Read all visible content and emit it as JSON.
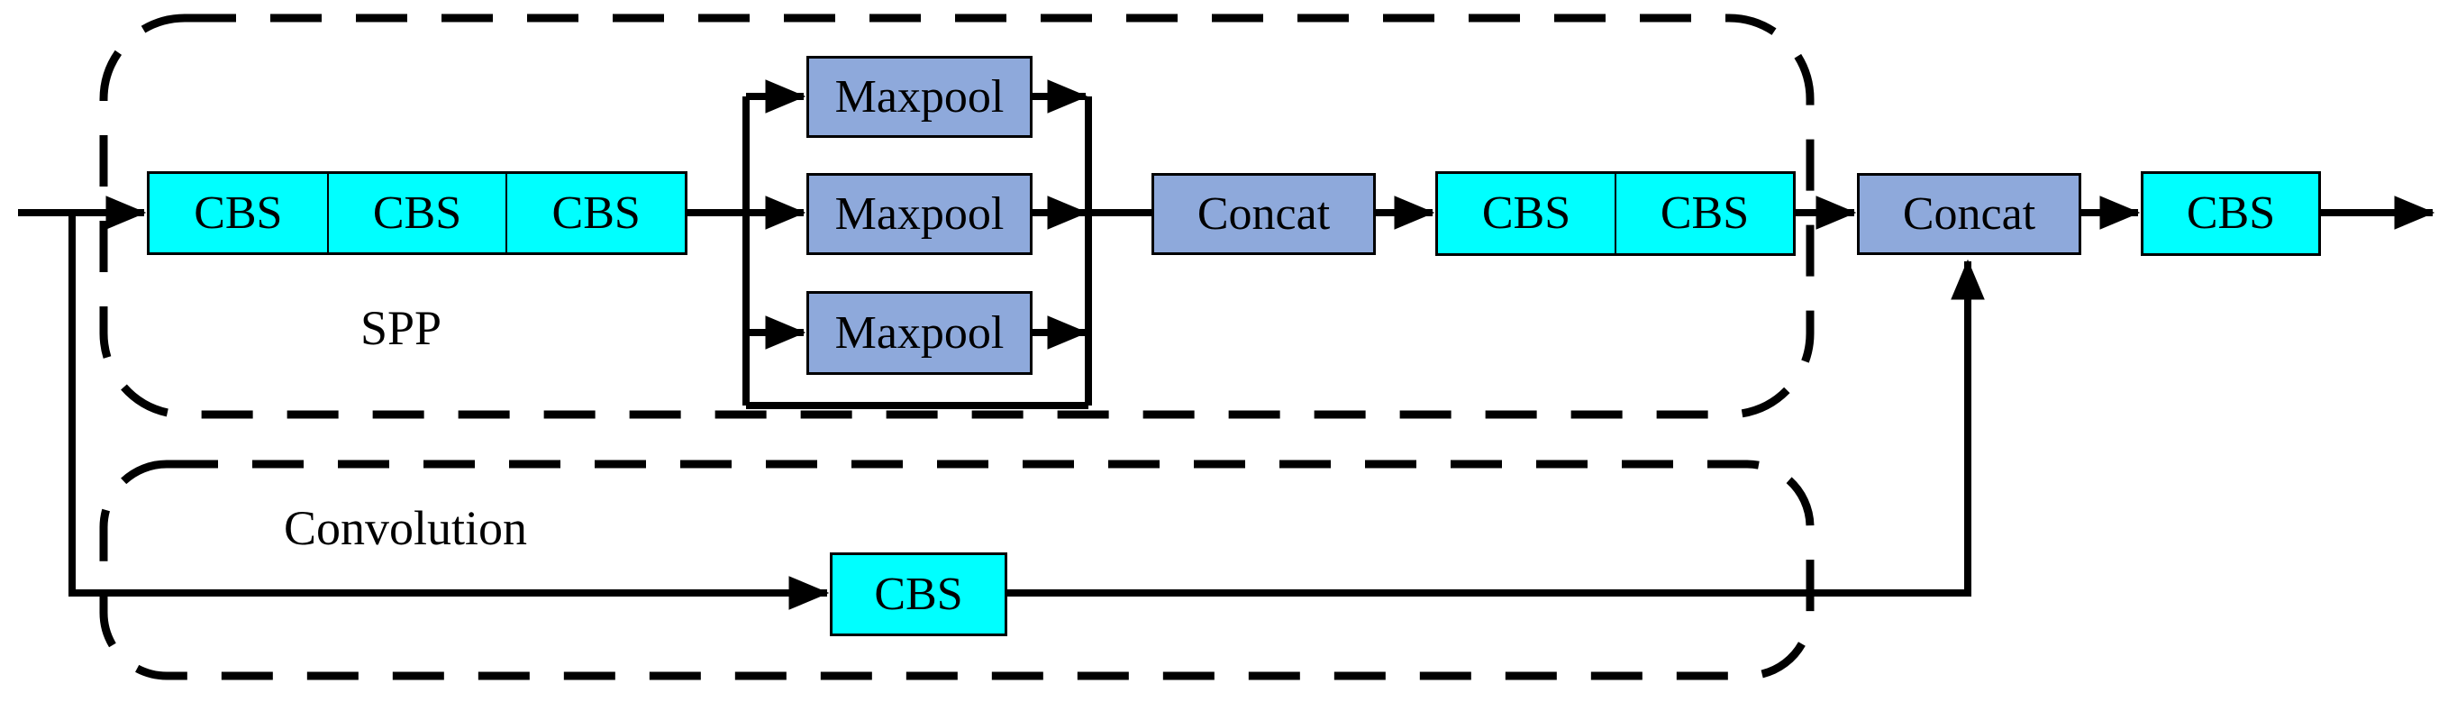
{
  "groups": {
    "spp_label": "SPP",
    "convolution_label": "Convolution"
  },
  "nodes": {
    "cbs_row": [
      "CBS",
      "CBS",
      "CBS"
    ],
    "maxpools": [
      "Maxpool",
      "Maxpool",
      "Maxpool"
    ],
    "concat_inner": "Concat",
    "cbs_pair": [
      "CBS",
      "CBS"
    ],
    "concat_outer": "Concat",
    "cbs_final": "CBS",
    "cbs_bypass": "CBS"
  },
  "colors": {
    "cbs_fill": "#00ffff",
    "pool_fill": "#8ea9db",
    "wire": "#000000",
    "bg": "#ffffff",
    "border": "#000000"
  }
}
